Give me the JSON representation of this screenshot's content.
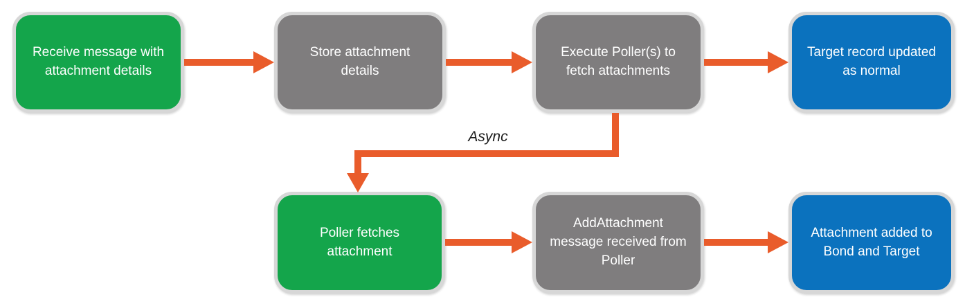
{
  "diagram": {
    "type": "flowchart",
    "async_label": "Async",
    "nodes": [
      {
        "id": "receive-message",
        "label": "Receive message with attachment details",
        "color": "green"
      },
      {
        "id": "store-details",
        "label": "Store attachment details",
        "color": "gray"
      },
      {
        "id": "execute-pollers",
        "label": "Execute Poller(s) to fetch attachments",
        "color": "gray"
      },
      {
        "id": "target-updated",
        "label": "Target record updated as normal",
        "color": "blue"
      },
      {
        "id": "poller-fetches",
        "label": "Poller fetches attachment",
        "color": "green"
      },
      {
        "id": "addattachment-received",
        "label": "AddAttachment message received from Poller",
        "color": "gray"
      },
      {
        "id": "attachment-added",
        "label": "Attachment added to Bond and Target",
        "color": "blue"
      }
    ],
    "edges": [
      {
        "from": "receive-message",
        "to": "store-details",
        "label": ""
      },
      {
        "from": "store-details",
        "to": "execute-pollers",
        "label": ""
      },
      {
        "from": "execute-pollers",
        "to": "target-updated",
        "label": ""
      },
      {
        "from": "execute-pollers",
        "to": "poller-fetches",
        "label": "Async"
      },
      {
        "from": "poller-fetches",
        "to": "addattachment-received",
        "label": ""
      },
      {
        "from": "addattachment-received",
        "to": "attachment-added",
        "label": ""
      }
    ]
  },
  "colors": {
    "green": "#14a54b",
    "gray": "#7f7d7e",
    "blue": "#0b72be",
    "orange": "#e95c2b",
    "border": "#d7d7d7"
  }
}
